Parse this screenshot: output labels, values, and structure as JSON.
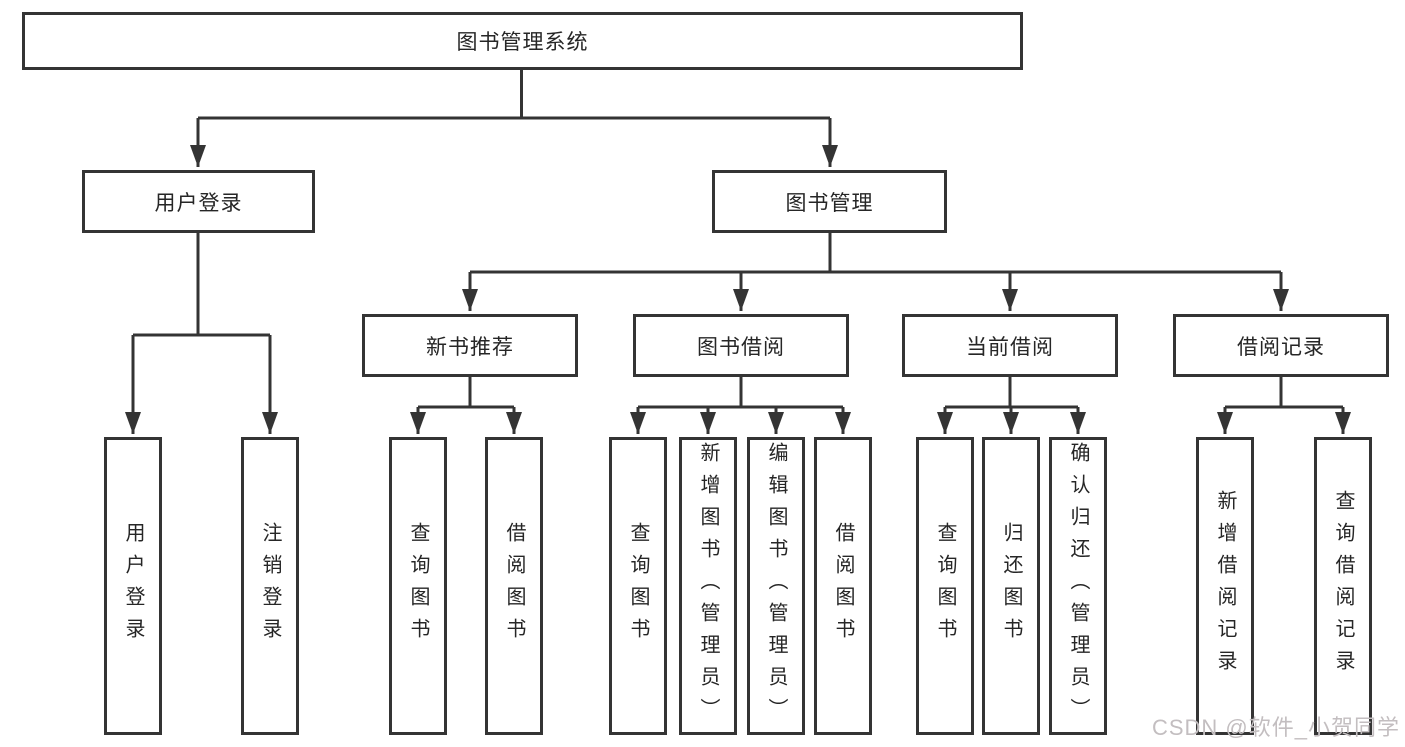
{
  "colors": {
    "line": "#343434",
    "text": "#262626",
    "watermark": "#c3bec0",
    "background": "#ffffff"
  },
  "diagram": {
    "root": {
      "label": "图书管理系统"
    },
    "level1": {
      "user_login": {
        "label": "用户登录"
      },
      "book_management": {
        "label": "图书管理"
      }
    },
    "level2": {
      "new_book_recommend": {
        "label": "新书推荐"
      },
      "book_borrow": {
        "label": "图书借阅"
      },
      "current_borrow": {
        "label": "当前借阅"
      },
      "borrow_records": {
        "label": "借阅记录"
      }
    },
    "leaves": {
      "user_login": [
        "用户登录",
        "注销登录"
      ],
      "new_book_recommend": [
        "查询图书",
        "借阅图书"
      ],
      "book_borrow": [
        "查询图书",
        "新增图书（管理员）",
        "编辑图书（管理员）",
        "借阅图书"
      ],
      "current_borrow": [
        "查询图书",
        "归还图书",
        "确认归还（管理员）"
      ],
      "borrow_records": [
        "新增借阅记录",
        "查询借阅记录"
      ]
    }
  },
  "watermark": {
    "label": "CSDN @软件_小贺同学"
  }
}
